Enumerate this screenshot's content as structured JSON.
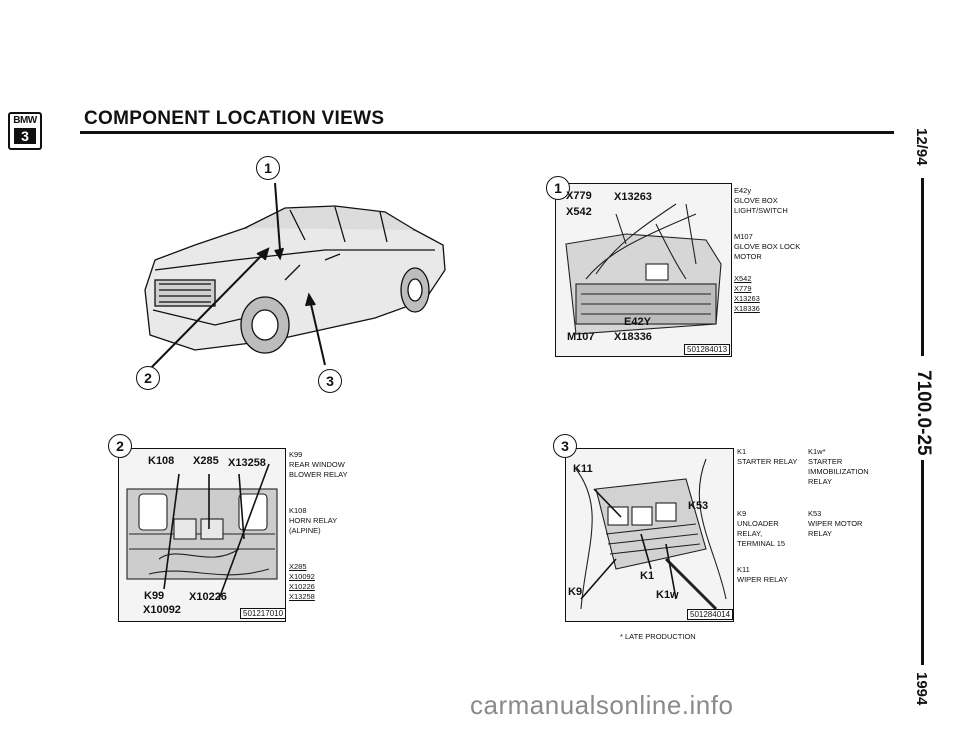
{
  "header": {
    "logo_top": "BMW",
    "logo_bottom": "3",
    "title": "COMPONENT LOCATION VIEWS"
  },
  "side": {
    "date": "12/94",
    "page_code": "7100.0-25",
    "year": "1994"
  },
  "view1": {
    "callouts": [
      "1",
      "2",
      "3"
    ]
  },
  "panel1": {
    "number": "1",
    "labels": [
      "X779",
      "X13263",
      "X542",
      "E42Y",
      "M107",
      "X18336"
    ],
    "ref": "501284013",
    "legend": [
      {
        "code": "E42y",
        "lines": [
          "GLOVE BOX",
          "LIGHT/SWITCH"
        ]
      },
      {
        "code": "M107",
        "lines": [
          "GLOVE BOX LOCK",
          "MOTOR"
        ]
      }
    ],
    "connectors": [
      "X542",
      "X779",
      "X13263",
      "X18336"
    ]
  },
  "panel2": {
    "number": "2",
    "labels": [
      "K108",
      "X285",
      "X13258",
      "K99",
      "X10226",
      "X10092"
    ],
    "ref": "501217010",
    "legend": [
      {
        "code": "K99",
        "lines": [
          "REAR WINDOW",
          "BLOWER RELAY"
        ]
      },
      {
        "code": "K108",
        "lines": [
          "HORN RELAY",
          "(ALPINE)"
        ]
      }
    ],
    "connectors": [
      "X285",
      "X10092",
      "X10226",
      "X13258"
    ]
  },
  "panel3": {
    "number": "3",
    "labels": [
      "K11",
      "K53",
      "K1",
      "K9",
      "K1w"
    ],
    "ref": "501284014",
    "legend_left": [
      {
        "code": "K1",
        "lines": [
          "STARTER RELAY"
        ]
      },
      {
        "code": "K9",
        "lines": [
          "UNLOADER",
          "RELAY,",
          "TERMINAL 15"
        ]
      },
      {
        "code": "K11",
        "lines": [
          "WIPER RELAY"
        ]
      }
    ],
    "legend_right": [
      {
        "code": "K1w*",
        "lines": [
          "STARTER",
          "IMMOBILIZATION",
          "RELAY"
        ]
      },
      {
        "code": "K53",
        "lines": [
          "WIPER MOTOR",
          "RELAY"
        ]
      }
    ],
    "footnote": "* LATE PRODUCTION"
  },
  "watermark": "carmanualsonline.info"
}
